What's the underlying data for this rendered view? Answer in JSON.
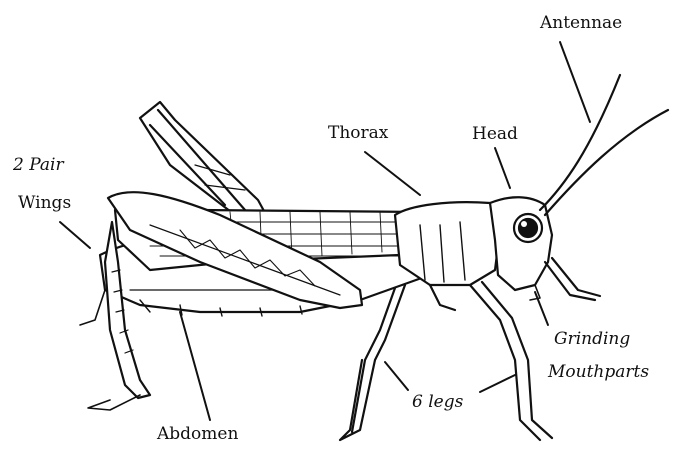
{
  "labels": {
    "antennae": "Antennae",
    "thorax": "Thorax",
    "head": "Head",
    "wings_line1": "2 Pair",
    "wings_line2": "Wings",
    "mouthparts_line1": "Grinding",
    "mouthparts_line2": "Mouthparts",
    "legs": "6 legs",
    "abdomen": "Abdomen"
  },
  "colors": {
    "ink": "#111111",
    "paper": "#ffffff"
  }
}
